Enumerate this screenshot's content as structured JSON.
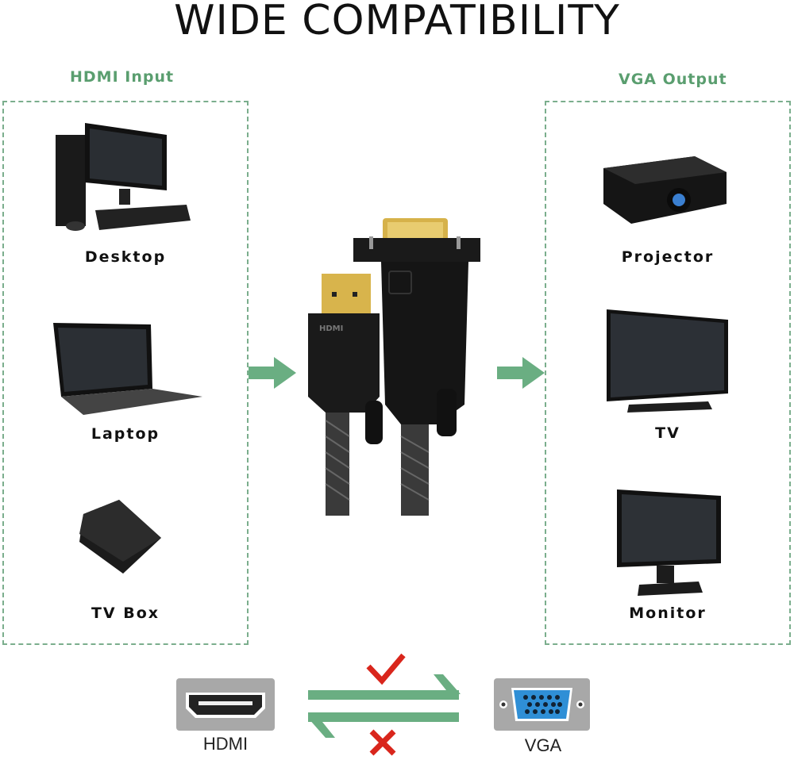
{
  "title": "WIDE COMPATIBILITY",
  "input": {
    "heading": "HDMI Input",
    "devices": [
      "Desktop",
      "Laptop",
      "TV Box"
    ]
  },
  "output": {
    "heading": "VGA Output",
    "devices": [
      "Projector",
      "TV",
      "Monitor"
    ]
  },
  "cable": {
    "hdmi_mark": "HDMI"
  },
  "legend": {
    "left": "HDMI",
    "right": "VGA"
  },
  "colors": {
    "accent": "#5a9e6f",
    "check": "#d9261c",
    "vga_blue": "#2f8fd6"
  }
}
